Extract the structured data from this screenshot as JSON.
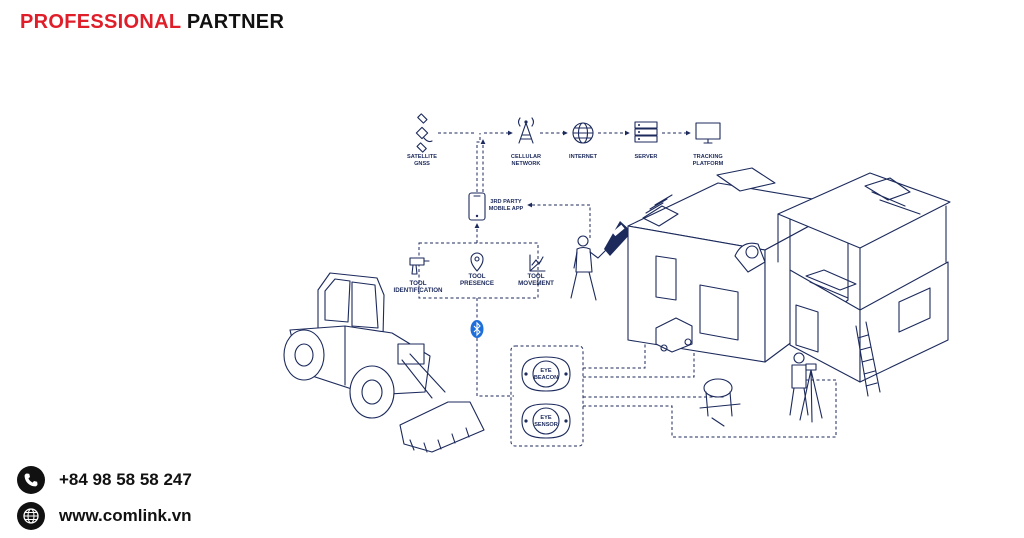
{
  "brand": {
    "accent_word": "PROFESSIONAL",
    "rest_word": "PARTNER",
    "accent_color": "#e01e2a"
  },
  "contact": {
    "phone": {
      "icon": "phone-icon",
      "text": "+84 98 58 58 247"
    },
    "web": {
      "icon": "globe-icon",
      "text": "www.comlink.vn"
    }
  },
  "diagram": {
    "line_color": "#1c2a5c",
    "bluetooth_color": "#1e6fd9",
    "satellite": [
      "SATELLITE",
      "GNSS"
    ],
    "cellular": [
      "CELLULAR",
      "NETWORK"
    ],
    "internet": "INTERNET",
    "server": "SERVER",
    "tracking": [
      "TRACKING",
      "PLATFORM"
    ],
    "mobile_app": [
      "3RD PARTY",
      "MOBILE APP"
    ],
    "tool_identification": [
      "TOOL",
      "IDENTIFICATION"
    ],
    "tool_presence": [
      "TOOL",
      "PRESENCE"
    ],
    "tool_movement": [
      "TOOL",
      "MOVEMENT"
    ],
    "eye_beacon": [
      "EYE",
      "BEACON"
    ],
    "eye_sensor": [
      "EYE",
      "SENSOR"
    ]
  }
}
